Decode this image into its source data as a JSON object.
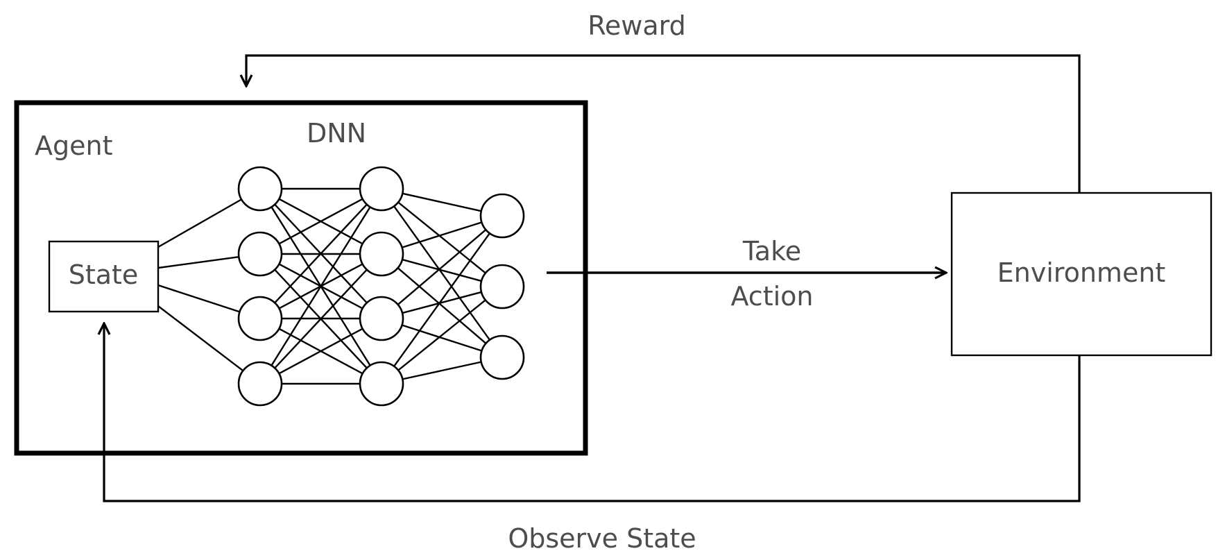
{
  "labels": {
    "reward": "Reward",
    "agent": "Agent",
    "dnn": "DNN",
    "state": "State",
    "take": "Take",
    "action": "Action",
    "environment": "Environment",
    "observe_state": "Observe State"
  },
  "network": {
    "layer_sizes": [
      4,
      4,
      3
    ]
  }
}
